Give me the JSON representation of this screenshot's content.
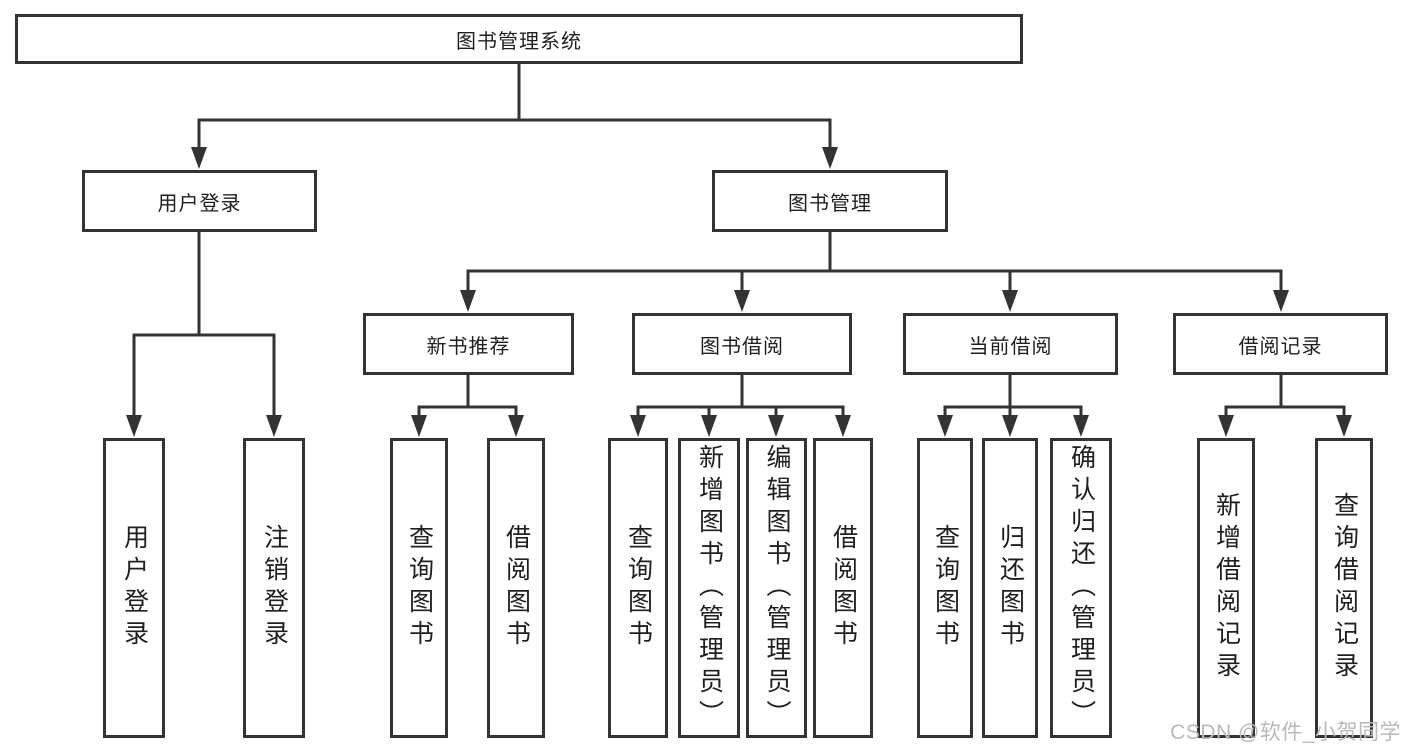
{
  "diagram": {
    "root": {
      "label": "图书管理系统"
    },
    "branches": [
      {
        "label": "用户登录",
        "children": [
          {
            "label": "用户登录"
          },
          {
            "label": "注销登录"
          }
        ]
      },
      {
        "label": "图书管理",
        "children": [
          {
            "label": "新书推荐",
            "children": [
              {
                "label": "查询图书"
              },
              {
                "label": "借阅图书"
              }
            ]
          },
          {
            "label": "图书借阅",
            "children": [
              {
                "label": "查询图书"
              },
              {
                "label": "新增图书（管理员）"
              },
              {
                "label": "编辑图书（管理员）"
              },
              {
                "label": "借阅图书"
              }
            ]
          },
          {
            "label": "当前借阅",
            "children": [
              {
                "label": "查询图书"
              },
              {
                "label": "归还图书"
              },
              {
                "label": "确认归还（管理员）"
              }
            ]
          },
          {
            "label": "借阅记录",
            "children": [
              {
                "label": "新增借阅记录"
              },
              {
                "label": "查询借阅记录"
              }
            ]
          }
        ]
      }
    ]
  },
  "watermark": {
    "text": "CSDN @软件_小贺同学"
  },
  "colors": {
    "line": "#333333",
    "text": "#1f1f1f",
    "background": "#ffffff",
    "watermark": "#b9b9b9"
  }
}
